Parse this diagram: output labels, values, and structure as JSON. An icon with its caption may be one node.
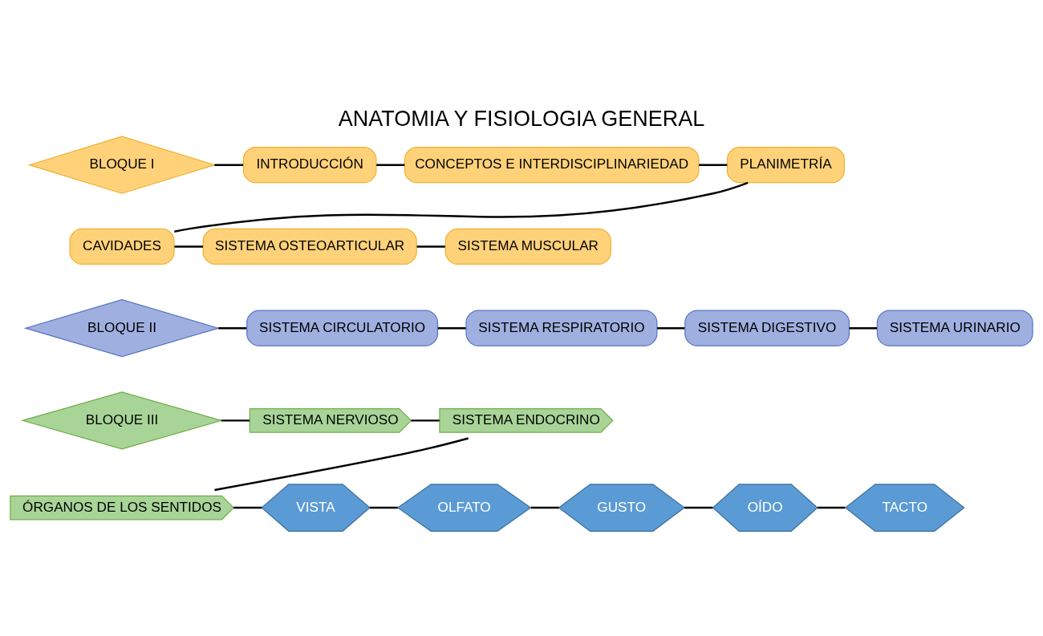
{
  "diagram": {
    "title": "ANATOMIA Y FISIOLOGIA GENERAL",
    "nodes": [
      {
        "text": [
          "BLOQUE I"
        ]
      },
      {
        "text": [
          "INTRODUCCIÓN"
        ]
      },
      {
        "text": [
          "CONCEPTOS E INTERDISCIPLINARIEDAD"
        ]
      },
      {
        "text": [
          "PLANIMETRÍA"
        ]
      },
      {
        "text": [
          "CAVIDADES"
        ]
      },
      {
        "text": [
          "SISTEMA OSTEOARTICULAR"
        ]
      },
      {
        "text": [
          "SISTEMA MUSCULAR"
        ]
      },
      {
        "text": [
          "BLOQUE II"
        ]
      },
      {
        "text": [
          "SISTEMA CIRCULATORIO"
        ]
      },
      {
        "text": [
          "SISTEMA DIGESTIVO"
        ]
      },
      {
        "text": [
          "SISTEMA RESPIRATORIO"
        ]
      },
      {
        "text": [
          "SISTEMA URINARIO"
        ]
      },
      {
        "text": [
          "BLOQUE III"
        ]
      },
      {
        "text": [
          "SISTEMA NERVIOSO"
        ]
      },
      {
        "text": [
          "SISTEMA ENDOCRINO"
        ]
      },
      {
        "text": [
          "TACTO"
        ]
      },
      {
        "text": [
          "OÍDO"
        ]
      },
      {
        "text": [
          "ÓRGANOS DE LOS SENTIDOS"
        ]
      },
      {
        "text": [
          "VISTA"
        ]
      },
      {
        "text": [
          "OLFATO"
        ]
      },
      {
        "text": [
          "GUSTO"
        ]
      }
    ],
    "edges": [
      {
        "from": 0,
        "to": 1,
        "arrow": "none"
      },
      {
        "from": 1,
        "to": 2,
        "arrow": "none"
      },
      {
        "from": 2,
        "to": 3,
        "arrow": "none"
      },
      {
        "from": 3,
        "to": 4,
        "arrow": "none"
      },
      {
        "from": 4,
        "to": 5,
        "arrow": "none"
      },
      {
        "from": 5,
        "to": 6,
        "arrow": "none"
      },
      {
        "from": 7,
        "to": 8,
        "arrow": "none"
      },
      {
        "from": 8,
        "to": 10,
        "arrow": "none"
      },
      {
        "from": 10,
        "to": 9,
        "arrow": "none"
      },
      {
        "from": 9,
        "to": 11,
        "arrow": "none"
      },
      {
        "from": 12,
        "to": 13,
        "arrow": "none"
      },
      {
        "from": 13,
        "to": 14,
        "arrow": "none"
      },
      {
        "from": 14,
        "to": 17,
        "arrow": "none"
      },
      {
        "from": 17,
        "to": 18,
        "arrow": "none"
      },
      {
        "from": 18,
        "to": 19,
        "arrow": "none"
      },
      {
        "from": 19,
        "to": 20,
        "arrow": "none"
      },
      {
        "from": 20,
        "to": 16,
        "arrow": "none"
      },
      {
        "from": 16,
        "to": 15,
        "arrow": "none"
      }
    ]
  }
}
